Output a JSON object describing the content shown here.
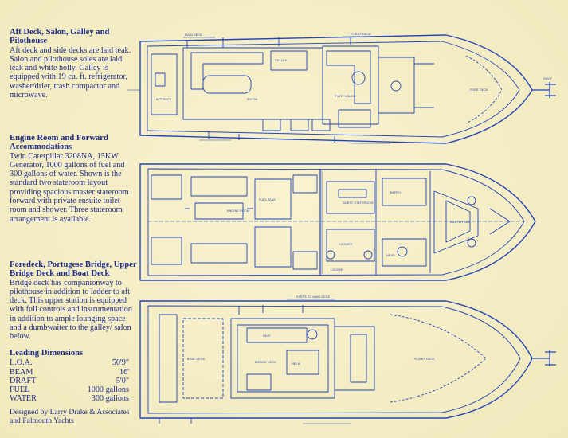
{
  "sections": [
    {
      "heading": "Aft Deck, Salon, Galley and Pilothouse",
      "body": "Aft deck and side decks are laid teak. Salon and pilothouse soles are laid teak and white holly. Galley is equipped with 19 cu. ft. refrigerator, washer/drier, trash compactor and microwave."
    },
    {
      "heading": "Engine Room and Forward Accommodations",
      "body": "Twin Caterpillar 3208NA, 15KW Generator, 1000 gallons of fuel and 300 gallons of water. Shown is the standard two stateroom layout providing spacious master stateroom forward with private ensuite toilet room and shower. Three stateroom arrangement is available."
    },
    {
      "heading": "Foredeck, Portugese Bridge, Upper Bridge Deck and Boat Deck",
      "body": "Bridge deck has companionway to pilothouse in addition to ladder to aft deck. This upper station is equipped with full controls and instrumentation in addition to ample lounging space and a dumbwaiter to the galley/ salon below."
    }
  ],
  "dimensions": {
    "heading": "Leading Dimensions",
    "rows": [
      {
        "label": "L.O.A.",
        "value": "50'9\""
      },
      {
        "label": "BEAM",
        "value": "16'"
      },
      {
        "label": "DRAFT",
        "value": "5'0\""
      },
      {
        "label": "FUEL",
        "value": "1000 gallons"
      },
      {
        "label": "WATER",
        "value": "300 gallons"
      }
    ]
  },
  "credit": "Designed by Larry Drake & Associates and Falmouth Yachts",
  "plan_labels": {
    "top": [
      "MAIN DECK",
      "FLIGHT DECK",
      "SALON",
      "PILOT HOUSE",
      "AFT DECK",
      "FORE DECK",
      "DAVIT",
      "GALLEY"
    ],
    "middle": [
      "ENGINE ROOM",
      "FUEL TANK",
      "GUEST STATEROOM",
      "BERTH",
      "MASTER BED",
      "LOCKER",
      "HEAD",
      "SHOWER"
    ],
    "bottom": [
      "BOAT DECK",
      "BRIDGE DECK",
      "HELM",
      "SEAT",
      "FLIGHT DECK",
      "STEPS TO MAIN DECK"
    ]
  },
  "colors": {
    "paper": "#f5efc6",
    "ink": "#1f2c8a",
    "blueprint": "#2444b5"
  }
}
